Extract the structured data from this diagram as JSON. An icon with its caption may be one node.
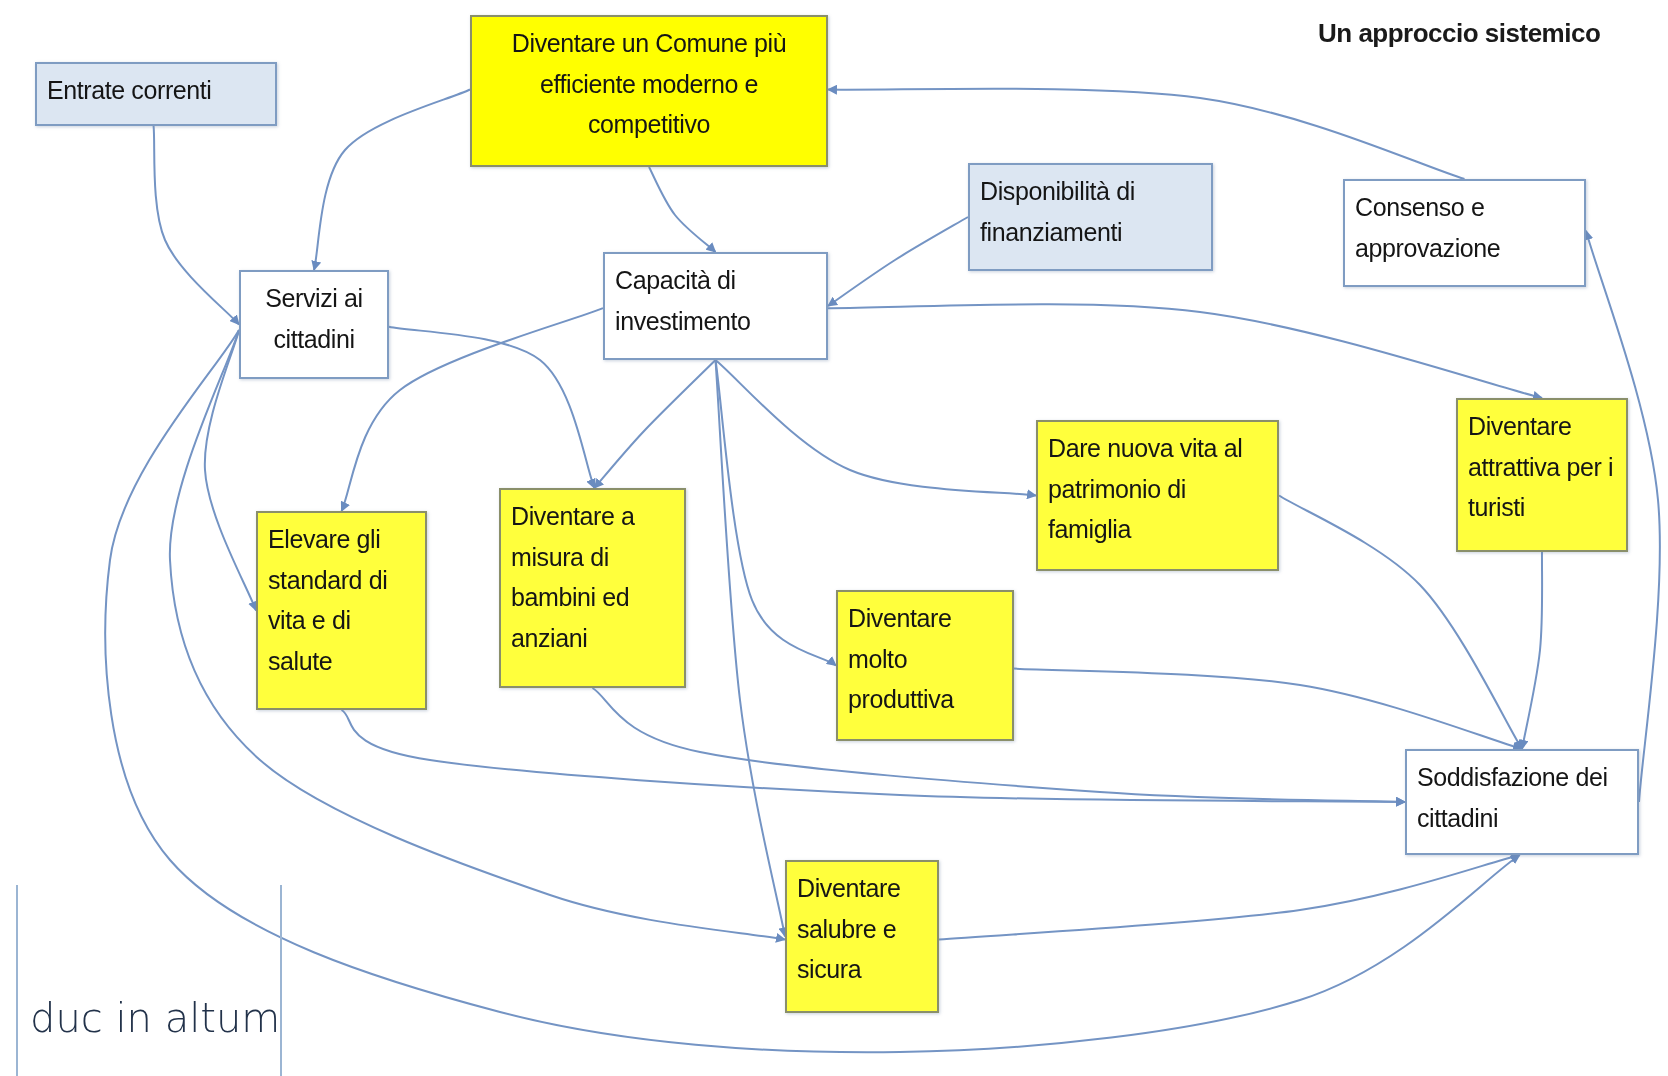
{
  "diagram": {
    "title": "Un approccio sistemico",
    "nodes": [
      {
        "text": [
          "Entrate correnti"
        ]
      },
      {
        "text": [
          "Diventare un Comune più efficiente moderno e competitivo"
        ]
      },
      {
        "text": [
          "Disponibilità di finanziamenti"
        ]
      },
      {
        "text": [
          "Consenso e approvazione"
        ]
      },
      {
        "text": [
          "Servizi ai cittadini"
        ]
      },
      {
        "text": [
          "Capacità di investimento"
        ]
      },
      {
        "text": [
          "Elevare gli standard di vita e di salute"
        ]
      },
      {
        "text": [
          "Diventare a misura di bambini ed anziani"
        ]
      },
      {
        "text": [
          "Dare nuova vita al patrimonio di famiglia"
        ]
      },
      {
        "text": [
          "Diventare attrattiva per i turisti"
        ]
      },
      {
        "text": [
          "Diventare molto produttiva"
        ]
      },
      {
        "text": [
          "Soddisfazione dei cittadini"
        ]
      },
      {
        "text": [
          "Diventare salubre e sicura"
        ]
      }
    ],
    "edges": [
      {
        "from": 0,
        "to": 4,
        "arrow": "to"
      },
      {
        "from": 1,
        "to": 4,
        "arrow": "to"
      },
      {
        "from": 1,
        "to": 5,
        "arrow": "to"
      },
      {
        "from": 2,
        "to": 5,
        "arrow": "to"
      },
      {
        "from": 3,
        "to": 1,
        "arrow": "to"
      },
      {
        "from": 5,
        "to": 9,
        "arrow": "to"
      },
      {
        "from": 5,
        "to": 6,
        "arrow": "to"
      },
      {
        "from": 4,
        "to": 7,
        "arrow": "to"
      },
      {
        "from": 5,
        "to": 7,
        "arrow": "to"
      },
      {
        "from": 5,
        "to": 8,
        "arrow": "to"
      },
      {
        "from": 5,
        "to": 10,
        "arrow": "to"
      },
      {
        "from": 5,
        "to": 12,
        "arrow": "to"
      },
      {
        "from": 4,
        "to": 6,
        "arrow": "to"
      },
      {
        "from": 4,
        "to": 12,
        "arrow": "to"
      },
      {
        "from": 4,
        "to": 11,
        "arrow": "to"
      },
      {
        "from": 6,
        "to": 11,
        "arrow": "to"
      },
      {
        "from": 7,
        "to": 11,
        "arrow": "to"
      },
      {
        "from": 10,
        "to": 11,
        "arrow": "to"
      },
      {
        "from": 8,
        "to": 11,
        "arrow": "to"
      },
      {
        "from": 9,
        "to": 11,
        "arrow": "to"
      },
      {
        "from": 12,
        "to": 11,
        "arrow": "to"
      },
      {
        "from": 11,
        "to": 3,
        "arrow": "to"
      }
    ],
    "labels": [
      "duc in altum"
    ]
  }
}
